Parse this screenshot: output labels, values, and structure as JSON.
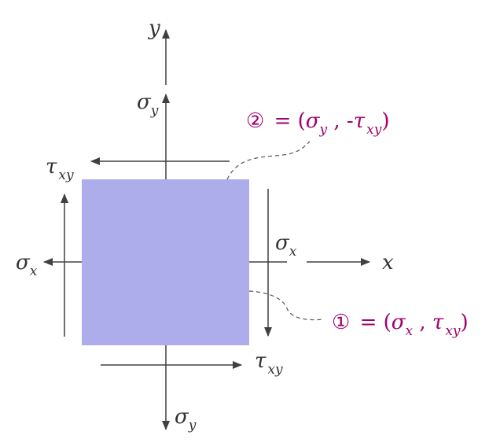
{
  "colors": {
    "element_fill": "#adadec",
    "axis": "#404040",
    "label": "#333333",
    "annotation": "#a0006e"
  },
  "axes": {
    "x_label": "x",
    "y_label": "y"
  },
  "stresses": {
    "sigma": "σ",
    "tau": "τ",
    "sub_x": "x",
    "sub_y": "y",
    "sub_xy": "xy"
  },
  "annotations": {
    "point2": {
      "marker": "②",
      "eq": "= (",
      "sym1": "σ",
      "sub1": "y",
      "sep": " , -",
      "sym2": "τ",
      "sub2": "xy",
      "close": ")"
    },
    "point1": {
      "marker": "①",
      "eq": "= (",
      "sym1": "σ",
      "sub1": "x",
      "sep": " , ",
      "sym2": "τ",
      "sub2": "xy",
      "close": ")"
    }
  }
}
